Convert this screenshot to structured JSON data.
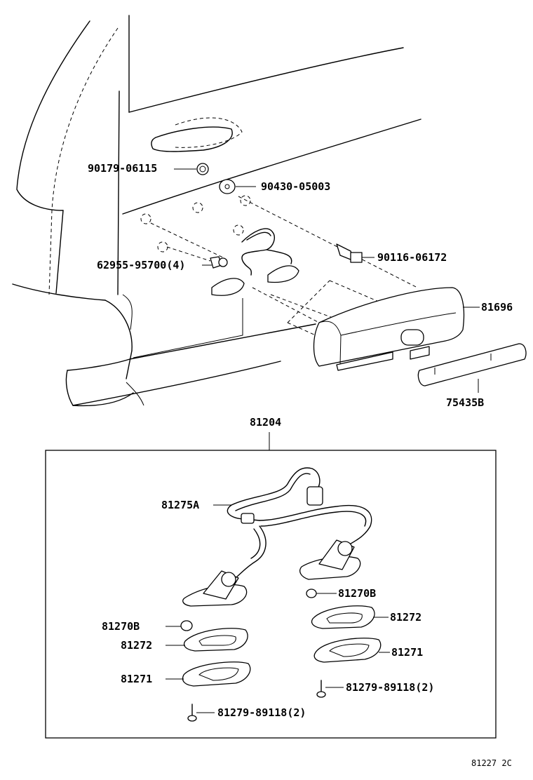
{
  "parts": {
    "screw_grommet_top": "90179-06115",
    "washer": "90430-05003",
    "bolt": "90116-06172",
    "clip": "62955-95700(4)",
    "garnish": "81696",
    "lens": "75435B",
    "lamp_assembly": "81204",
    "wire": "81275A",
    "bulb_left": "81270B",
    "gasket_left": "81272",
    "housing_left": "81271",
    "screw_left": "81279-89118(2)",
    "bulb_right": "81270B",
    "gasket_right": "81272",
    "housing_right": "81271",
    "screw_right": "81279-89118(2)"
  },
  "figure_code": "81227 2C"
}
